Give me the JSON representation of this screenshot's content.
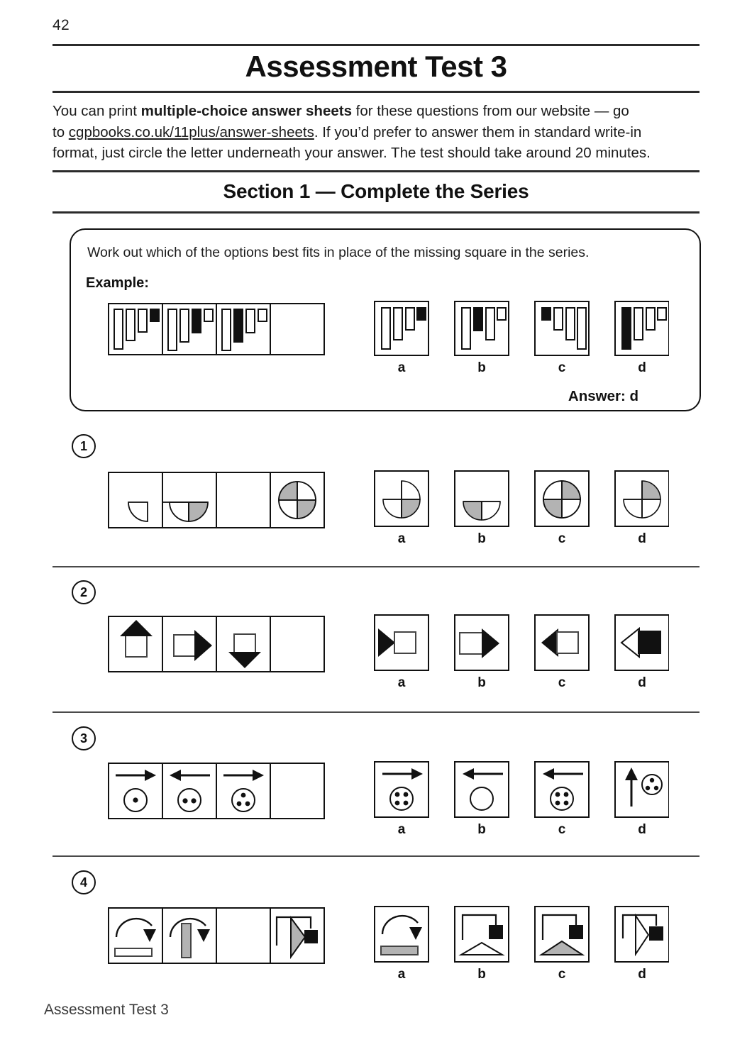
{
  "page": {
    "number": "42",
    "title": "Assessment Test 3",
    "footer": "Assessment Test 3"
  },
  "intro": {
    "part1": "You can print ",
    "bold1": "multiple-choice answer sheets",
    "part2": " for these questions from our website — go",
    "part3": "to ",
    "link": "cgpbooks.co.uk/11plus/answer-sheets",
    "part4": ".  If you’d prefer to answer them in standard write-in",
    "part5": "format, just circle the letter underneath your answer.  The test should take around 20 minutes."
  },
  "section": {
    "heading": "Section 1 — Complete the Series"
  },
  "example": {
    "instruction": "Work out which of the options best fits in place of the missing square in the series.",
    "label": "Example:",
    "answer_text": "Answer: d",
    "option_letters": [
      "a",
      "b",
      "c",
      "d"
    ],
    "series_description": "Four bars per panel; the black bar shifts one position left each step; fourth panel is blank.",
    "series": [
      {
        "bars": [
          {
            "h": 1.0,
            "black": false
          },
          {
            "h": 0.78,
            "black": false
          },
          {
            "h": 0.55,
            "black": false
          },
          {
            "h": 0.26,
            "black": true
          }
        ]
      },
      {
        "bars": [
          {
            "h": 1.0,
            "black": false
          },
          {
            "h": 0.8,
            "black": false
          },
          {
            "h": 0.56,
            "black": true
          },
          {
            "h": 0.26,
            "black": false
          }
        ]
      },
      {
        "bars": [
          {
            "h": 1.0,
            "black": false
          },
          {
            "h": 0.8,
            "black": true
          },
          {
            "h": 0.55,
            "black": false
          },
          {
            "h": 0.26,
            "black": false
          }
        ]
      },
      {
        "bars": []
      }
    ],
    "options": [
      {
        "letter": "a",
        "bars": [
          {
            "h": 1.0,
            "black": false
          },
          {
            "h": 0.78,
            "black": false
          },
          {
            "h": 0.55,
            "black": false
          },
          {
            "h": 0.26,
            "black": true
          }
        ]
      },
      {
        "letter": "b",
        "bars": [
          {
            "h": 1.0,
            "black": false
          },
          {
            "h": 0.55,
            "black": true
          },
          {
            "h": 0.78,
            "black": false
          },
          {
            "h": 0.26,
            "black": false
          }
        ]
      },
      {
        "letter": "c",
        "bars": [
          {
            "h": 0.26,
            "black": true
          },
          {
            "h": 0.55,
            "black": false
          },
          {
            "h": 0.78,
            "black": false
          },
          {
            "h": 1.0,
            "black": false
          }
        ]
      },
      {
        "letter": "d",
        "bars": [
          {
            "h": 1.0,
            "black": true
          },
          {
            "h": 0.78,
            "black": false
          },
          {
            "h": 0.55,
            "black": false
          },
          {
            "h": 0.26,
            "black": false
          }
        ]
      }
    ]
  },
  "questions": [
    {
      "number": "1",
      "type": "circle-quarters",
      "option_letters": [
        "a",
        "b",
        "c",
        "d"
      ],
      "series_description": "Quarter circle, then half circle, then missing, then full circle — shaded quarters increase.",
      "series": [
        {
          "quadrants": [
            "none",
            "none",
            "white",
            "none"
          ]
        },
        {
          "quadrants": [
            "none",
            "none",
            "white",
            "grey"
          ]
        },
        {
          "quadrants": []
        },
        {
          "quadrants": [
            "grey",
            "white",
            "white",
            "grey"
          ]
        }
      ],
      "options": [
        {
          "letter": "a",
          "quadrants": [
            "none",
            "white",
            "white",
            "grey"
          ]
        },
        {
          "letter": "b",
          "quadrants": [
            "none",
            "none",
            "grey",
            "white"
          ]
        },
        {
          "letter": "c",
          "quadrants": [
            "white",
            "grey",
            "grey",
            "white"
          ]
        },
        {
          "letter": "d",
          "quadrants": [
            "none",
            "grey",
            "white",
            "white"
          ]
        }
      ]
    },
    {
      "number": "2",
      "type": "square-arrowhead",
      "option_letters": [
        "a",
        "b",
        "c",
        "d"
      ],
      "series_description": "White square with a black triangle that rotates clockwise: top, right, bottom — next should be left.",
      "series": [
        {
          "dir": "up",
          "square": "white",
          "tri": "black"
        },
        {
          "dir": "right",
          "square": "white",
          "tri": "black"
        },
        {
          "dir": "down",
          "square": "white",
          "tri": "black"
        },
        {
          "dir": "blank"
        }
      ],
      "options": [
        {
          "letter": "a",
          "dir": "left-out",
          "square": "white",
          "tri": "black"
        },
        {
          "letter": "b",
          "dir": "right",
          "square": "white",
          "tri": "black"
        },
        {
          "letter": "c",
          "dir": "left",
          "square": "white",
          "tri": "black"
        },
        {
          "letter": "d",
          "dir": "left",
          "square": "black",
          "tri": "white"
        }
      ]
    },
    {
      "number": "3",
      "type": "arrow-dots",
      "option_letters": [
        "a",
        "b",
        "c",
        "d"
      ],
      "series_description": "Arrow alternates right/left while the circle gains one dot each step: 1, 2, 3 — next is left arrow with 4 dots.",
      "series": [
        {
          "arrow": "right",
          "dots": 1
        },
        {
          "arrow": "left",
          "dots": 2
        },
        {
          "arrow": "right",
          "dots": 3
        },
        {
          "arrow": "blank",
          "dots": 0
        }
      ],
      "options": [
        {
          "letter": "a",
          "arrow": "right",
          "dots": 4
        },
        {
          "letter": "b",
          "arrow": "left",
          "dots": 0
        },
        {
          "letter": "c",
          "arrow": "left",
          "dots": 4
        },
        {
          "letter": "d",
          "arrow": "up",
          "dots": 3,
          "small": true
        }
      ]
    },
    {
      "number": "4",
      "type": "arrow-shape",
      "option_letters": [
        "a",
        "b",
        "c",
        "d"
      ],
      "series_description": "A curved arrow above a shape; shape rotates and the arrow becomes angular with a black square.",
      "series": [
        {
          "arrow": "curve",
          "shape": "bar-white"
        },
        {
          "arrow": "curve-over",
          "shape": "bar-grey-vertical"
        },
        {
          "arrow": "blank",
          "shape": "none"
        },
        {
          "arrow": "angular",
          "shape": "triangle-right-grey",
          "tip": "black-square"
        }
      ],
      "options": [
        {
          "letter": "a",
          "arrow": "curve",
          "shape": "bar-grey"
        },
        {
          "letter": "b",
          "arrow": "angular",
          "shape": "triangle-up-white",
          "tip": "black-square"
        },
        {
          "letter": "c",
          "arrow": "angular",
          "shape": "triangle-up-grey",
          "tip": "black-square"
        },
        {
          "letter": "d",
          "arrow": "angular",
          "shape": "triangle-right-white",
          "tip": "black-square"
        }
      ]
    }
  ],
  "colors": {
    "ink": "#111111",
    "grey_fill": "#b3b3b3",
    "rule": "#2b2b2b"
  }
}
